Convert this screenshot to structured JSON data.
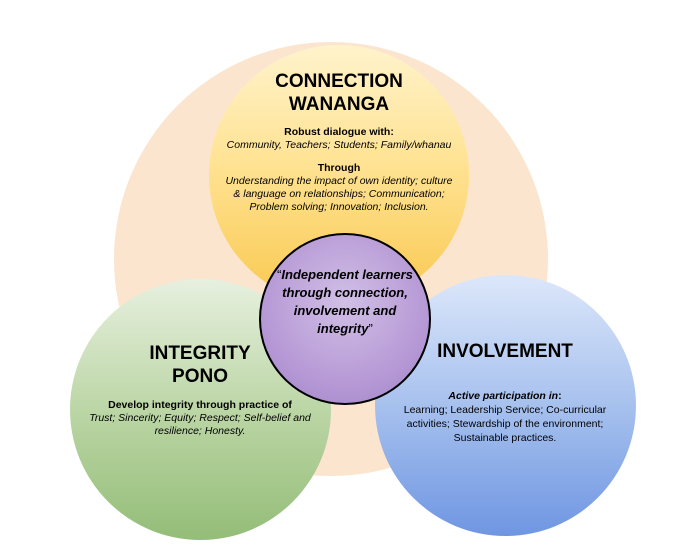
{
  "connection": {
    "title_line1": "CONNECTION",
    "title_line2": "WANANGA",
    "dialogue_label": "Robust dialogue with:",
    "dialogue_items": "Community, Teachers; Students; Family/whanau",
    "through_label": "Through",
    "through_line1": "Understanding the impact of own identity; culture",
    "through_line2": "& language on relationships; Communication;",
    "through_line3": "Problem solving; Innovation; Inclusion."
  },
  "integrity": {
    "title_line1": "INTEGRITY",
    "title_line2": "PONO",
    "practice_label": "Develop integrity through practice of",
    "practice_line1": "Trust; Sincerity; Equity; Respect; Self-belief and",
    "practice_line2": "resilience; Honesty."
  },
  "involvement": {
    "title": "INVOLVEMENT",
    "participation_label": "Active participation in",
    "participation_colon": ":",
    "line1": "Learning; Leadership Service; Co-curricular",
    "line2": "activities; Stewardship of the environment;",
    "line3": "Sustainable practices."
  },
  "center": {
    "open_quote": "“",
    "line1": "Independent learners",
    "line2": "through connection,",
    "line3": "involvement and",
    "line4": "integrity",
    "close_quote": "”"
  },
  "colors": {
    "background_circle": "#fbe5cf",
    "connection_circle": "#f9c84f",
    "integrity_circle": "#94bd78",
    "involvement_circle": "#6f96e2",
    "center_circle": "#b79ad6"
  }
}
